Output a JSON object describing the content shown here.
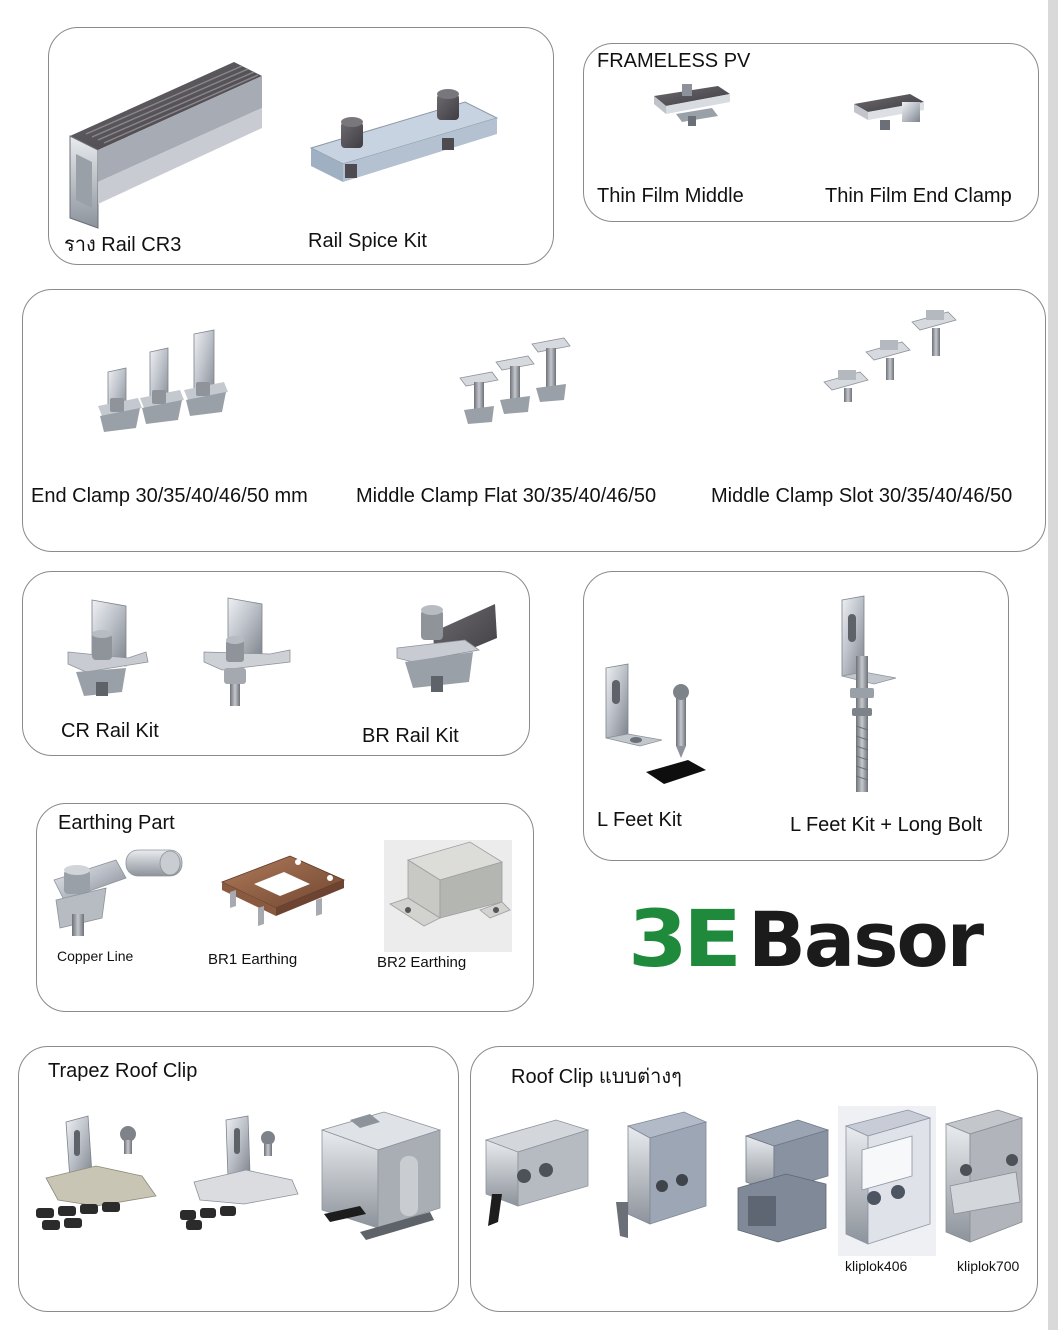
{
  "rail_section": {
    "rail_label": "ราง Rail CR3",
    "splice_label": "Rail Spice Kit"
  },
  "frameless": {
    "title": "FRAMELESS PV",
    "middle_label": "Thin Film Middle",
    "end_label": "Thin Film End Clamp"
  },
  "clamps": {
    "end_label": "End Clamp 30/35/40/46/50 mm",
    "middle_flat_label": "Middle Clamp Flat 30/35/40/46/50",
    "middle_slot_label": "Middle Clamp Slot 30/35/40/46/50"
  },
  "rail_kits": {
    "cr_label": "CR Rail Kit",
    "br_label": "BR Rail Kit"
  },
  "l_feet": {
    "kit_label": "L Feet Kit",
    "long_bolt_label": "L Feet Kit + Long Bolt"
  },
  "earthing": {
    "title": "Earthing Part",
    "copper_label": "Copper Line",
    "br1_label": "BR1 Earthing",
    "br2_label": "BR2 Earthing"
  },
  "brand": {
    "mark": "3E",
    "name": "Basor",
    "mark_color": "#1f8a3c",
    "name_color": "#1b1b1b"
  },
  "trapez": {
    "title": "Trapez Roof Clip"
  },
  "roof_clip": {
    "title": "Roof Clip แบบต่างๆ",
    "kliplok406_label": "kliplok406",
    "kliplok700_label": "kliplok700"
  }
}
